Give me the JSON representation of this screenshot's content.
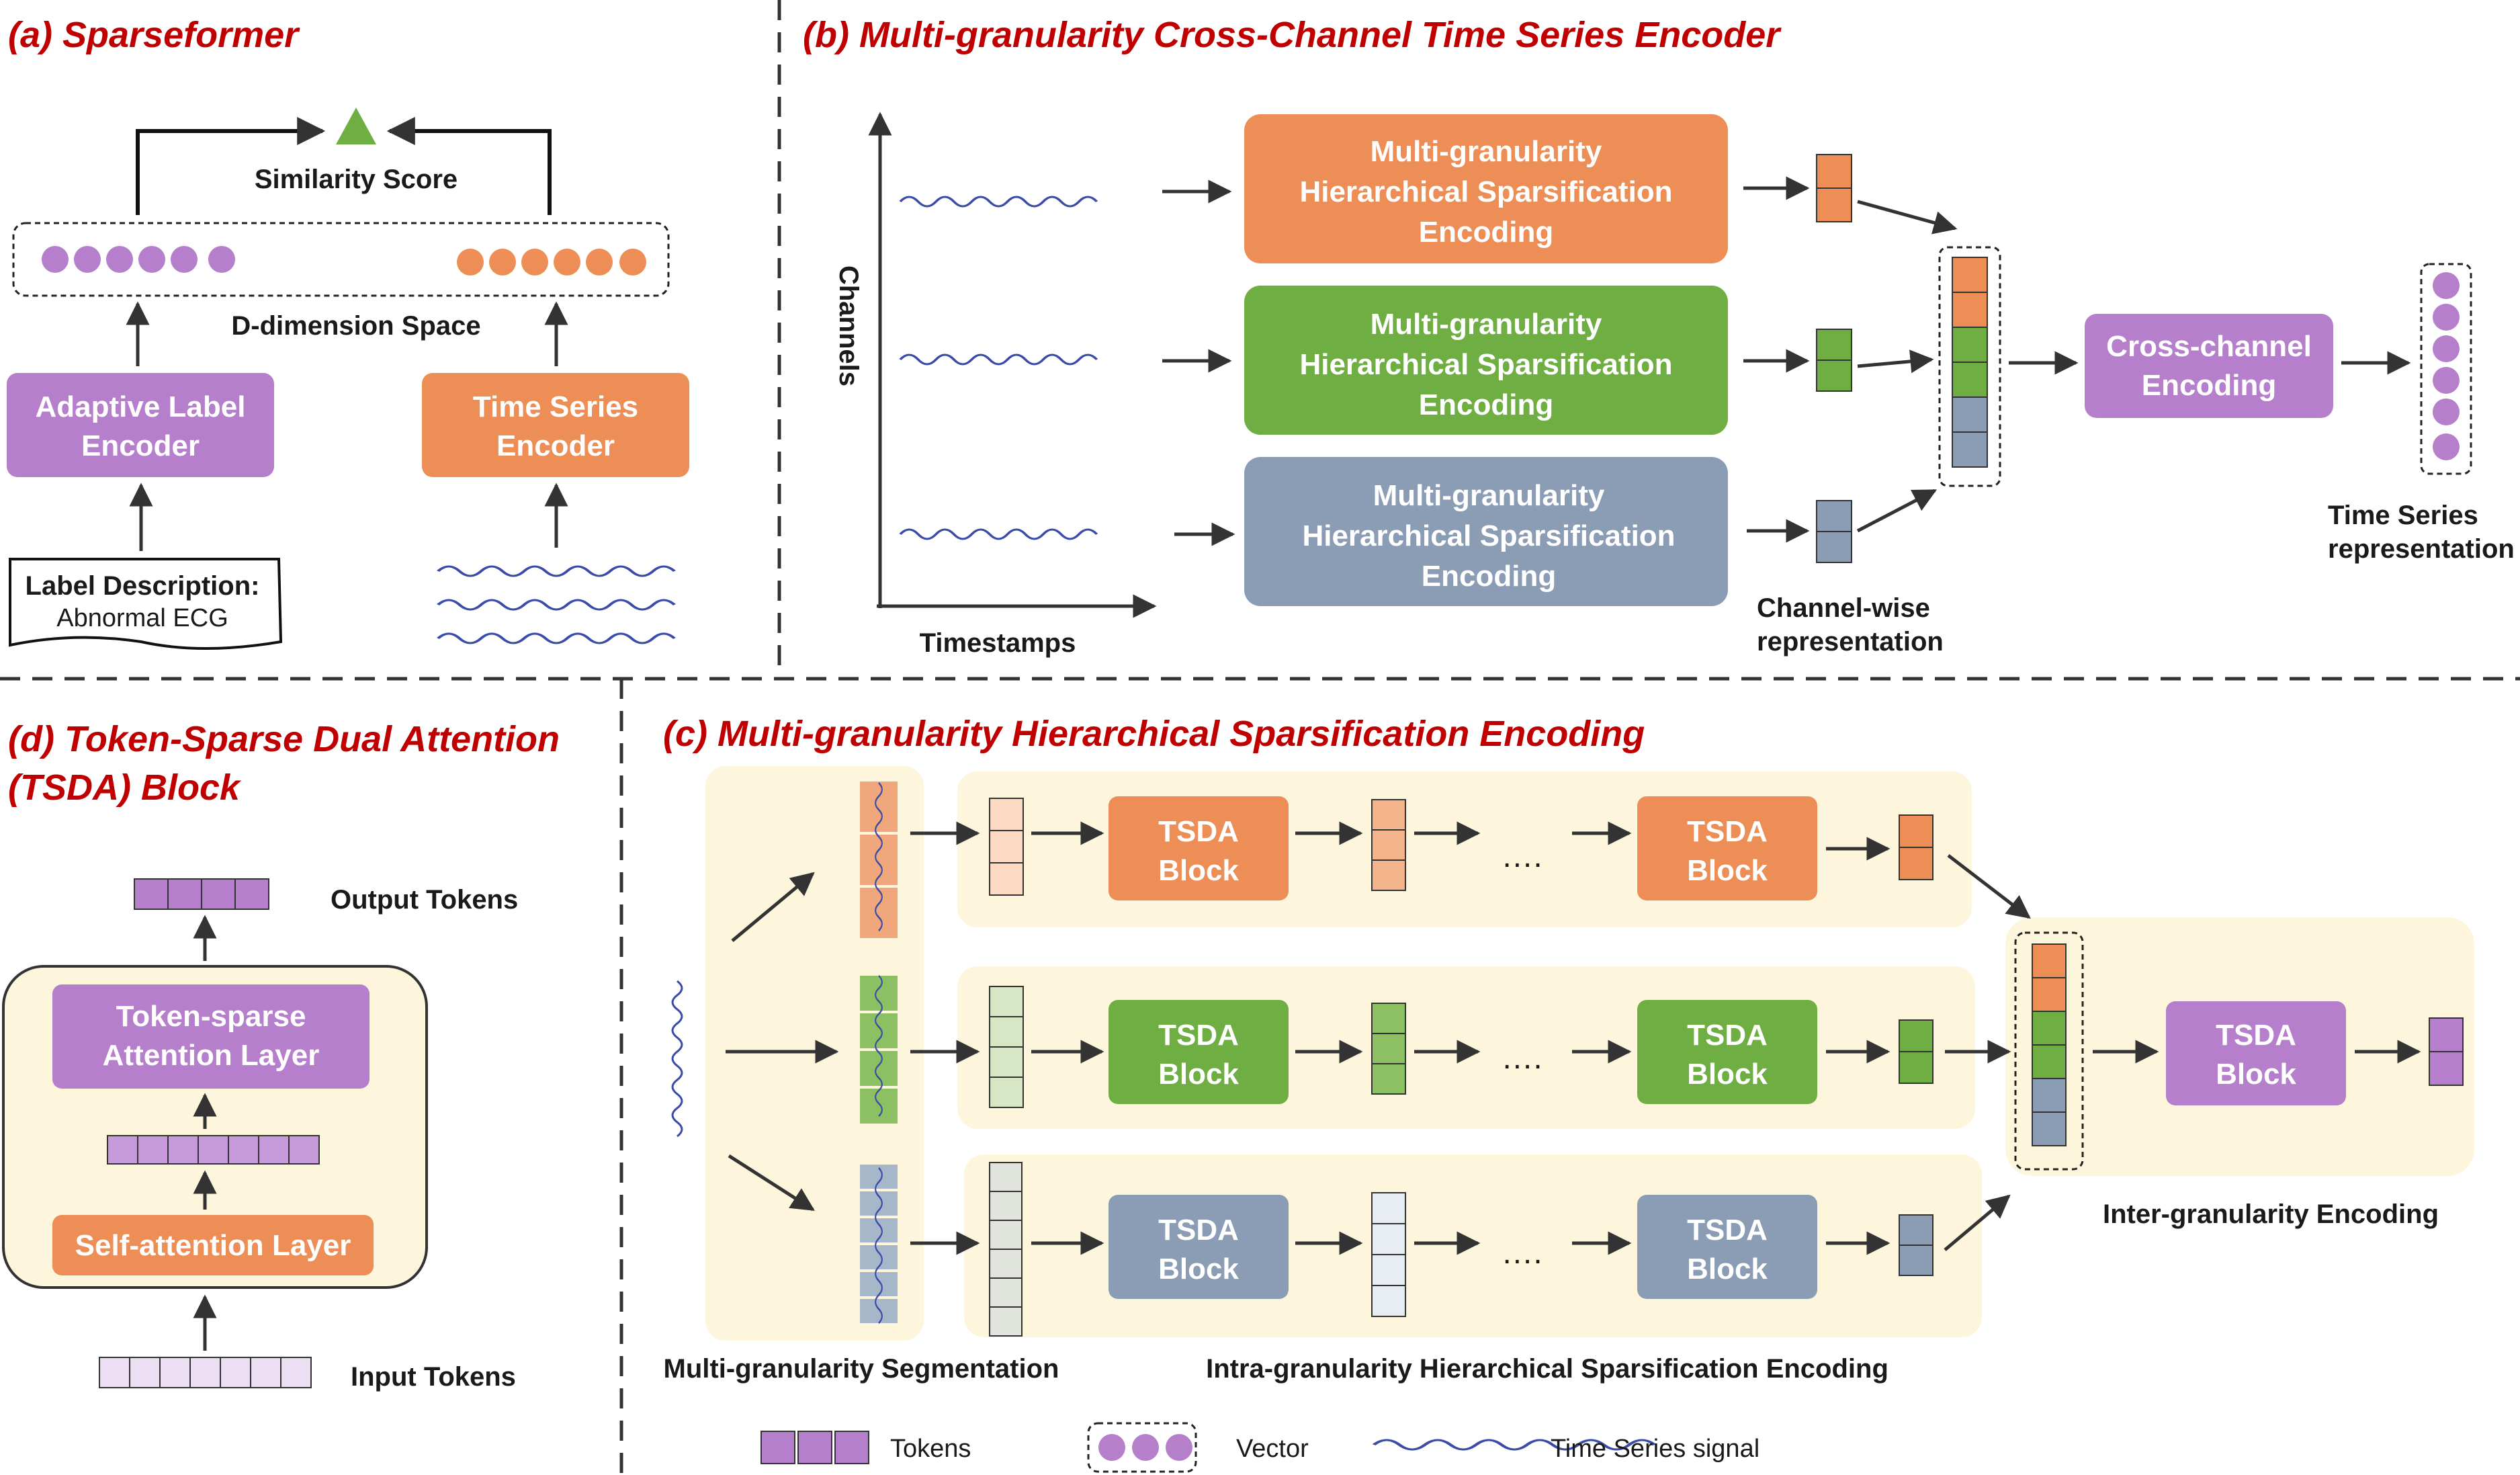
{
  "panels": {
    "a_title": "(a) Sparseformer",
    "b_title": "(b) Multi-granularity Cross-Channel Time Series Encoder",
    "c_title": "(c) Multi-granularity Hierarchical Sparsification Encoding",
    "d_title_1": "(d) Token-Sparse Dual Attention",
    "d_title_2": "(TSDA) Block"
  },
  "sparseformer": {
    "similarity": "Similarity Score",
    "space": "D-dimension Space",
    "label_encoder_1": "Adaptive Label",
    "label_encoder_2": "Encoder",
    "ts_encoder_1": "Time Series",
    "ts_encoder_2": "Encoder",
    "label_desc_1": "Label Description:",
    "label_desc_2": "Abnormal ECG"
  },
  "encoder": {
    "y_axis": "Channels",
    "x_axis": "Timestamps",
    "mhse_line1": "Multi-granularity",
    "mhse_line2": "Hierarchical Sparsification",
    "mhse_line3": "Encoding",
    "channelwise_1": "Channel-wise",
    "channelwise_2": "representation",
    "cross_1": "Cross-channel",
    "cross_2": "Encoding",
    "tsrep_1": "Time Series",
    "tsrep_2": "representation"
  },
  "tsda": {
    "output_tokens": "Output Tokens",
    "input_tokens": "Input Tokens",
    "token_sparse_1": "Token-sparse",
    "token_sparse_2": "Attention Layer",
    "self_attn": "Self-attention Layer"
  },
  "mhse": {
    "tsda_1": "TSDA",
    "tsda_2": "Block",
    "dots": "….",
    "segmentation": "Multi-granularity Segmentation",
    "intra": "Intra-granularity Hierarchical Sparsification Encoding",
    "inter": "Inter-granularity Encoding"
  },
  "legend": {
    "tokens": "Tokens",
    "vector": "Vector",
    "signal": "Time Series signal"
  },
  "colors": {
    "orange": "#ec8e55",
    "green": "#6fae43",
    "gray": "#8b9db5",
    "purple": "#b57fcc",
    "beige": "#fdf5dc",
    "title_red": "#c00000"
  }
}
